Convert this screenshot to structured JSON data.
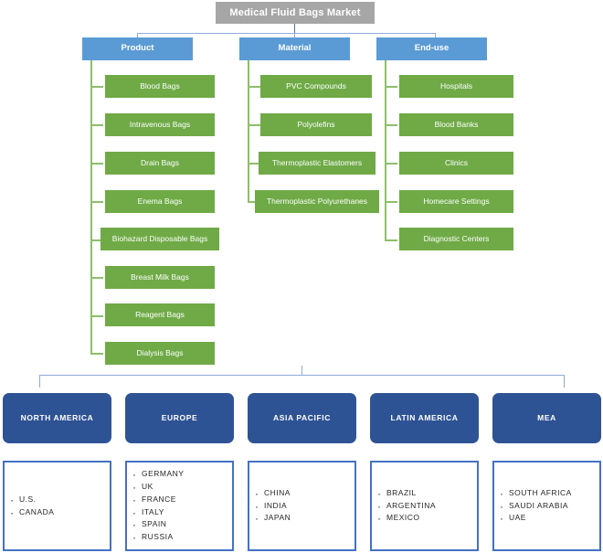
{
  "title": {
    "label": "Medical Fluid  Bags Market"
  },
  "segments": [
    {
      "label": "Product",
      "items": [
        "Blood Bags",
        "Intravenous Bags",
        "Drain Bags",
        "Enema Bags",
        "Biohazard Disposable Bags",
        "Breast Milk Bags",
        "Reagent Bags",
        "Dialysis Bags"
      ]
    },
    {
      "label": "Material",
      "items": [
        "PVC Compounds",
        "Polyolefins",
        "Thermoplastic Elastomers",
        "Thermoplastic Polyurethanes"
      ]
    },
    {
      "label": "End-use",
      "items": [
        "Hospitals",
        "Blood Banks",
        "Clinics",
        "Homecare Settings",
        "Diagnostic Centers"
      ]
    }
  ],
  "regions": [
    {
      "label": "NORTH AMERICA",
      "countries": [
        "U.S.",
        "CANADA"
      ]
    },
    {
      "label": "EUROPE",
      "countries": [
        "GERMANY",
        "UK",
        "FRANCE",
        "ITALY",
        "SPAIN",
        "RUSSIA"
      ]
    },
    {
      "label": "ASIA PACIFIC",
      "countries": [
        "CHINA",
        "INDIA",
        "JAPAN"
      ]
    },
    {
      "label": "LATIN AMERICA",
      "countries": [
        "BRAZIL",
        "ARGENTINA",
        "MEXICO"
      ]
    },
    {
      "label": "MEA",
      "countries": [
        "SOUTH AFRICA",
        "SAUDI ARABIA",
        "UAE"
      ]
    }
  ],
  "colors": {
    "title_grey": "#A6A6A6",
    "category_blue": "#5B9BD5",
    "leaf_green": "#6FAA46",
    "region_navy": "#2E5395",
    "country_border": "#4472C4",
    "connector_blue": "#8FAADC",
    "connector_green": "#8DBF6A"
  }
}
